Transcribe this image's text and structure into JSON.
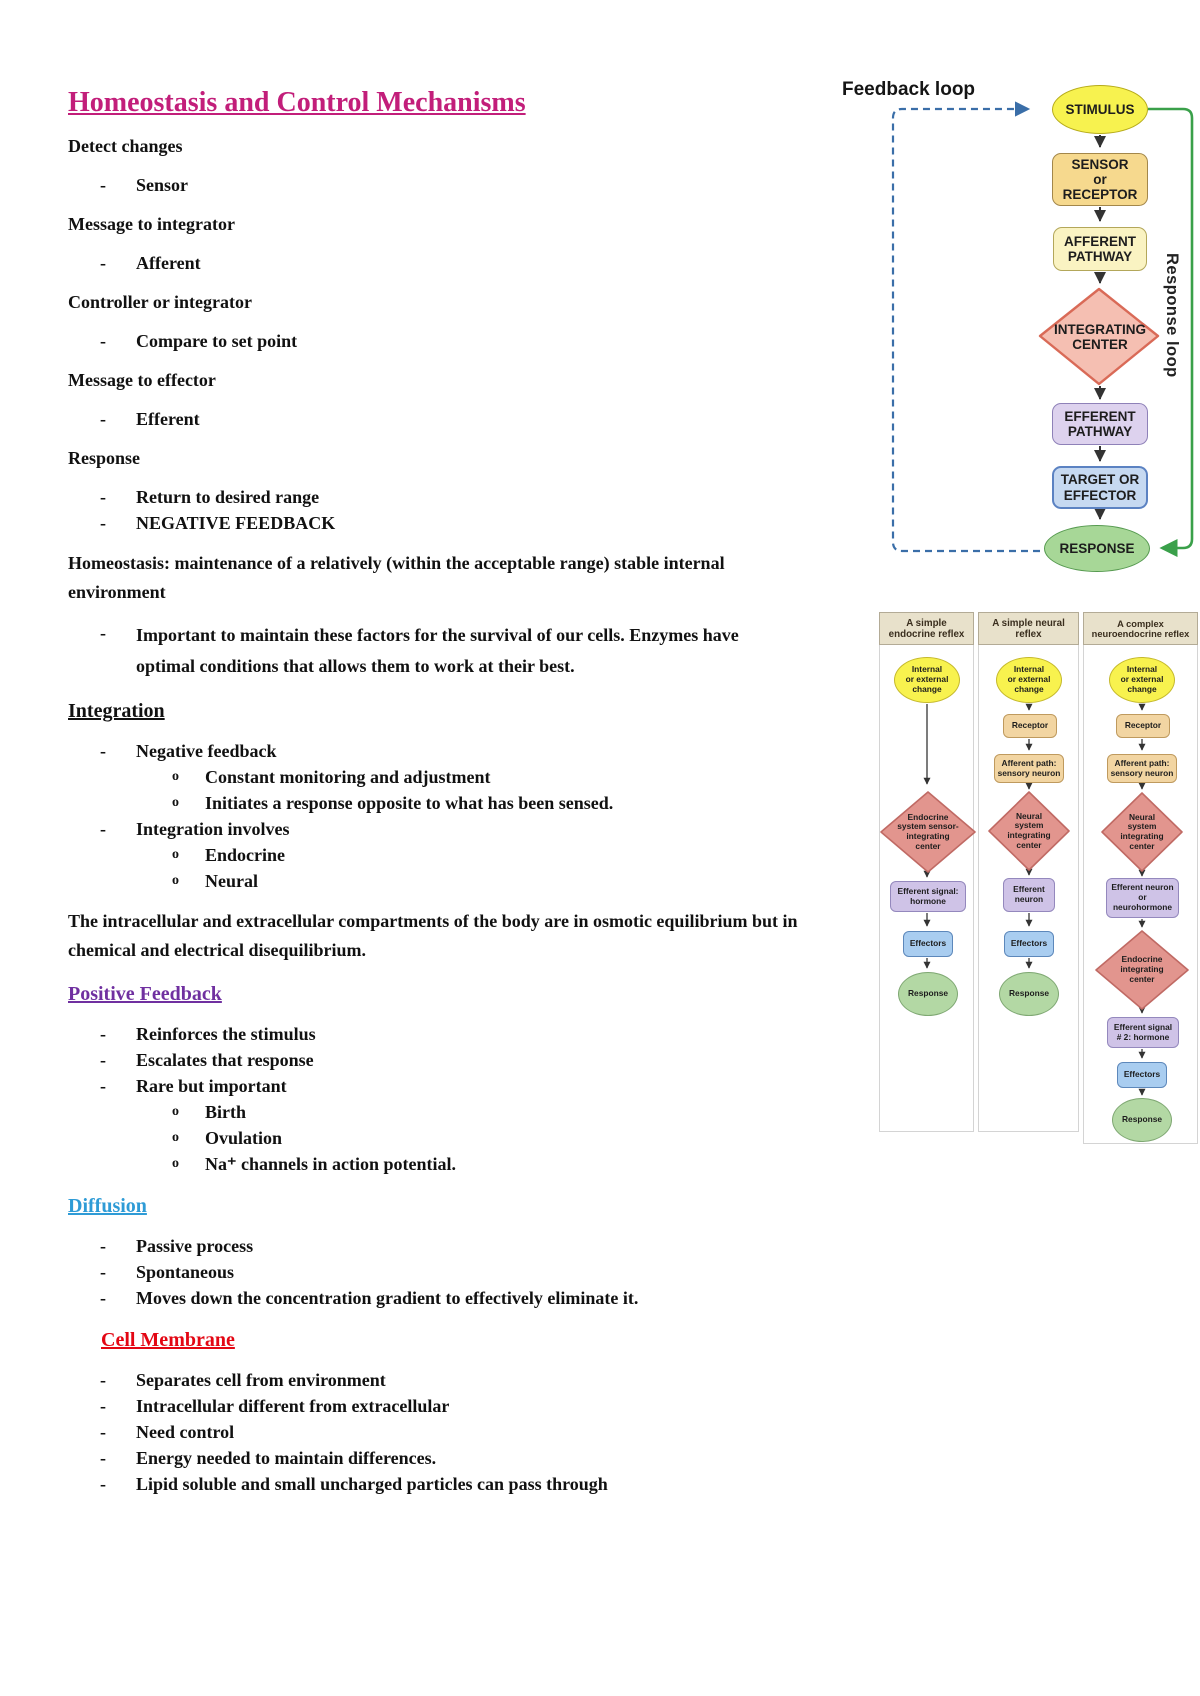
{
  "doc": {
    "title": "Homeostasis and Control Mechanisms",
    "bullet_dash": "-",
    "bullet_circle": "o",
    "blocks": [
      {
        "text": "Detect changes"
      },
      {
        "text": "Sensor"
      },
      {
        "text": "Message to integrator"
      },
      {
        "text": "Afferent"
      },
      {
        "text": "Controller or integrator"
      },
      {
        "text": "Compare to set point"
      },
      {
        "text": "Message to effector"
      },
      {
        "text": "Efferent"
      },
      {
        "text": "Response"
      },
      {
        "text": "Return to desired range"
      },
      {
        "text": "NEGATIVE FEEDBACK"
      },
      {
        "text": "Homeostasis: maintenance of a relatively (within the acceptable range) stable internal environment"
      },
      {
        "text": "Important to maintain these factors for the survival of our cells. Enzymes have optimal conditions that allows them to work at their best."
      },
      {
        "text": "Integration"
      },
      {
        "text": "Negative feedback"
      },
      {
        "text": "Constant monitoring and adjustment"
      },
      {
        "text": "Initiates a response opposite to what has been sensed."
      },
      {
        "text": "Integration involves"
      },
      {
        "text": "Endocrine"
      },
      {
        "text": "Neural"
      },
      {
        "text": "The intracellular and extracellular compartments of the body are in osmotic equilibrium but in chemical and electrical disequilibrium."
      },
      {
        "text": "Positive Feedback"
      },
      {
        "text": "Reinforces the stimulus"
      },
      {
        "text": "Escalates that response"
      },
      {
        "text": "Rare but important"
      },
      {
        "text": "Birth"
      },
      {
        "text": "Ovulation"
      },
      {
        "text": "Na⁺ channels in action potential."
      },
      {
        "text": "Diffusion"
      },
      {
        "text": "Passive process"
      },
      {
        "text": "Spontaneous"
      },
      {
        "text": "Moves down the concentration gradient to effectively eliminate it."
      },
      {
        "text": "Cell Membrane"
      },
      {
        "text": "Separates cell from environment"
      },
      {
        "text": "Intracellular different from extracellular"
      },
      {
        "text": "Need control"
      },
      {
        "text": "Energy needed to maintain differences."
      },
      {
        "text": "Lipid soluble and small uncharged particles can pass through"
      }
    ]
  },
  "colors": {
    "title_magenta": "#c21e7a",
    "heading_positive_feedback": "#7030a0",
    "heading_diffusion": "#2e9bd6",
    "heading_cell_membrane": "#e30613",
    "stimulus_yellow": "#f7f24f",
    "sensor_tan": "#f6d98e",
    "afferent_pale_yellow": "#faf3c2",
    "integrating_salmon": "#f5bfb2",
    "efferent_lavender": "#ddd2ee",
    "target_blue": "#c6d9f1",
    "response_green": "#a7d797",
    "response_loop_green": "#3aa04a",
    "feedback_loop_blue": "#3a6ea8",
    "reflex_header_tan": "#e8e1cb"
  },
  "feedback_diagram": {
    "feedback_loop_label": "Feedback loop",
    "response_loop_label": "Response loop",
    "nodes": {
      "stimulus": "STIMULUS",
      "sensor": "SENSOR\nor\nRECEPTOR",
      "afferent": "AFFERENT\nPATHWAY",
      "integrating": "INTEGRATING\nCENTER",
      "efferent": "EFFERENT\nPATHWAY",
      "target": "TARGET OR\nEFFECTOR",
      "response": "RESPONSE"
    }
  },
  "reflex_diagram": {
    "columns": [
      {
        "header": "A simple\nendocrine reflex",
        "change": "Internal\nor external\nchange",
        "integrating": "Endocrine\nsystem sensor-\nintegrating\ncenter",
        "efferent": "Efferent signal:\nhormone",
        "effectors": "Effectors",
        "response": "Response"
      },
      {
        "header": "A simple neural\nreflex",
        "change": "Internal\nor external\nchange",
        "receptor": "Receptor",
        "afferent": "Afferent path:\nsensory neuron",
        "integrating": "Neural\nsystem\nintegrating\ncenter",
        "efferent": "Efferent\nneuron",
        "effectors": "Effectors",
        "response": "Response"
      },
      {
        "header": "A complex\nneuroendocrine reflex",
        "change": "Internal\nor external\nchange",
        "receptor": "Receptor",
        "afferent": "Afferent path:\nsensory neuron",
        "integrating": "Neural\nsystem\nintegrating\ncenter",
        "efferent": "Efferent neuron\nor\nneurohormone",
        "integrating2": "Endocrine\nintegrating\ncenter",
        "efferent2": "Efferent signal\n# 2: hormone",
        "effectors": "Effectors",
        "response": "Response"
      }
    ]
  }
}
